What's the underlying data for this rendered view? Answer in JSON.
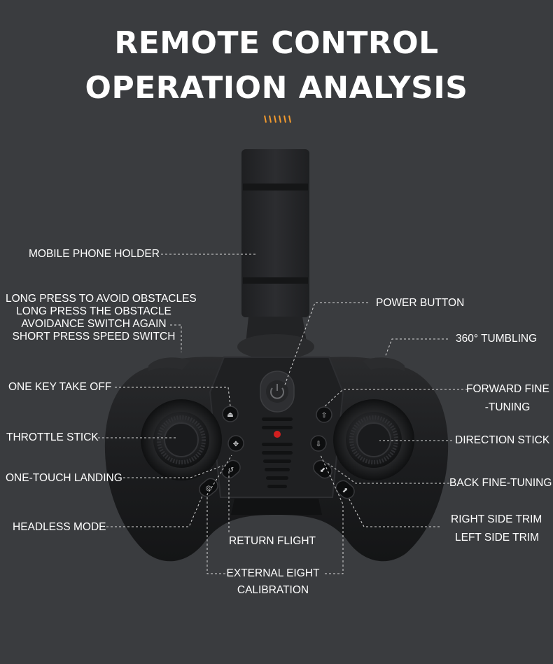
{
  "title": {
    "line1": "REMOTE CONTROL",
    "line2": "OPERATION ANALYSIS"
  },
  "accent_color": "#f29a2e",
  "labels": {
    "mobile_phone_holder": "MOBILE PHONE HOLDER",
    "avoid_line1": "LONG PRESS TO AVOID OBSTACLES",
    "avoid_line2": "LONG PRESS THE OBSTACLE",
    "avoid_line3": "AVOIDANCE SWITCH AGAIN",
    "avoid_line4": "SHORT PRESS SPEED SWITCH",
    "power_button": "POWER BUTTON",
    "tumbling": "360° TUMBLING",
    "one_key_take_off": "ONE KEY TAKE OFF",
    "forward_line1": "FORWARD FINE",
    "forward_line2": "-TUNING",
    "throttle_stick": "THROTTLE STICK",
    "direction_stick": "DIRECTION STICK",
    "one_touch_landing": "ONE-TOUCH LANDING",
    "back_fine_tuning": "BACK FINE-TUNING",
    "headless_mode": "HEADLESS MODE",
    "right_side_trim": "RIGHT SIDE TRIM",
    "left_side_trim": "LEFT SIDE TRIM",
    "return_flight": "RETURN FLIGHT",
    "external_line1": "EXTERNAL EIGHT",
    "external_line2": "CALIBRATION"
  }
}
